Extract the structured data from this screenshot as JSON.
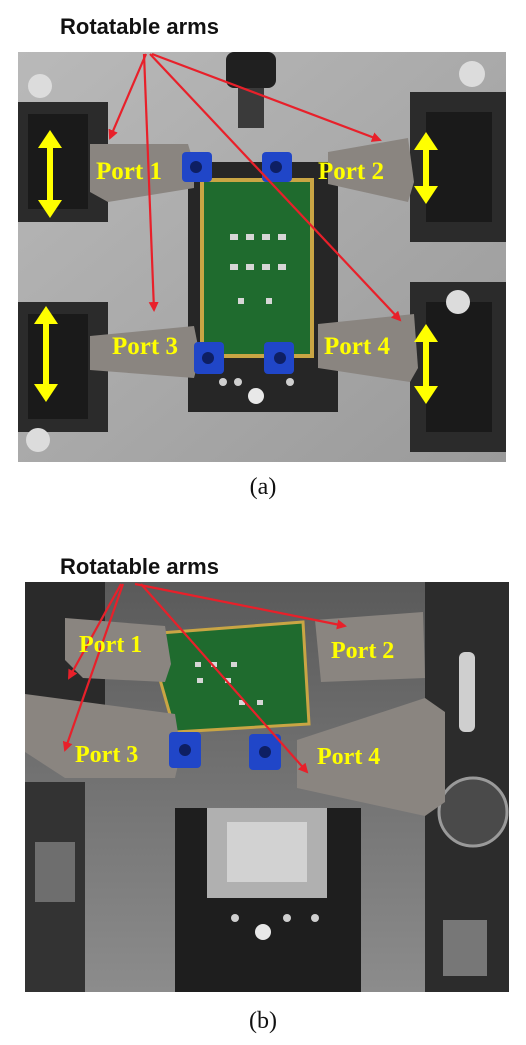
{
  "panel_a": {
    "heading": "Rotatable arms",
    "caption": "(a)",
    "ports": [
      "Port 1",
      "Port 2",
      "Port 3",
      "Port 4"
    ]
  },
  "panel_b": {
    "heading": "Rotatable arms",
    "caption": "(b)",
    "ports": [
      "Port 1",
      "Port 2",
      "Port 3",
      "Port 4"
    ]
  },
  "colors": {
    "arrow_red": "#e8202a",
    "arrow_yellow": "#ffff00",
    "label_yellow": "#ffff00",
    "arm_gray": "#8a8580",
    "pcb_green": "#1f6b2e",
    "bracket_blue": "#2046c8"
  }
}
